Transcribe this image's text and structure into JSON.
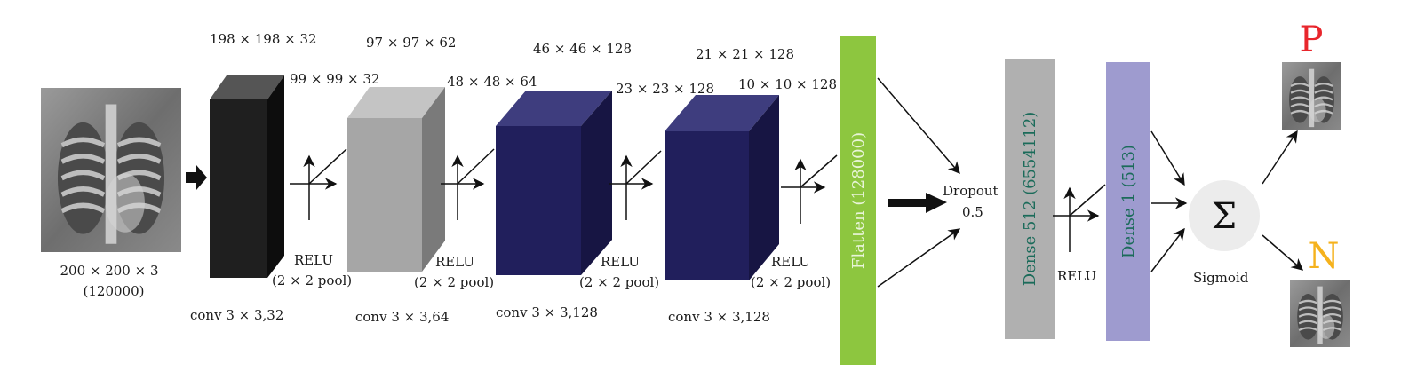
{
  "input": {
    "dims": "200 × 200 × 3",
    "size": "(120000)"
  },
  "blocks": [
    {
      "conv_out": "198 × 198 × 32",
      "pool_out": "99 × 99 × 32",
      "conv_label": "conv 3 × 3,32",
      "act_label": "RELU",
      "pool_label": "(2 × 2 pool)",
      "colors": {
        "front": "#1f1f1f",
        "top": "#555555",
        "side": "#0d0d0d"
      }
    },
    {
      "conv_out": "97 × 97 × 62",
      "pool_out": "48 × 48 × 64",
      "conv_label": "conv 3 × 3,64",
      "act_label": "RELU",
      "pool_label": "(2 × 2 pool)",
      "colors": {
        "front": "#a6a6a6",
        "top": "#c4c4c4",
        "side": "#7a7a7a"
      }
    },
    {
      "conv_out": "46 × 46 × 128",
      "pool_out": "23 × 23 × 128",
      "conv_label": "conv 3 × 3,128",
      "act_label": "RELU",
      "pool_label": "(2 × 2 pool)",
      "colors": {
        "front": "#211f5c",
        "top": "#3e3d7e",
        "side": "#171543"
      }
    },
    {
      "conv_out": "21 × 21 × 128",
      "pool_out": "10 × 10 × 128",
      "conv_label": "conv 3 × 3,128",
      "act_label": "RELU",
      "pool_label": "(2 × 2 pool)",
      "colors": {
        "front": "#211f5c",
        "top": "#3e3d7e",
        "side": "#171543"
      }
    }
  ],
  "flatten": {
    "label": "Flatten (128000)",
    "color": "#8dc63f",
    "text_color": "#e8f4d8"
  },
  "dropout": {
    "label": "Dropout",
    "value": "0.5"
  },
  "dense512": {
    "label": "Dense 512 (6554112)",
    "color": "#b0b0b0",
    "text_color": "#1b6b5a"
  },
  "dense_act": "RELU",
  "dense1": {
    "label": "Dense 1 (513)",
    "color": "#9e9bcf",
    "text_color": "#1b6b5a"
  },
  "sum_node": {
    "symbol": "Σ",
    "label": "Sigmoid"
  },
  "outputs": [
    {
      "letter": "P",
      "color": "#e8262c"
    },
    {
      "letter": "N",
      "color": "#f5b21d"
    }
  ]
}
